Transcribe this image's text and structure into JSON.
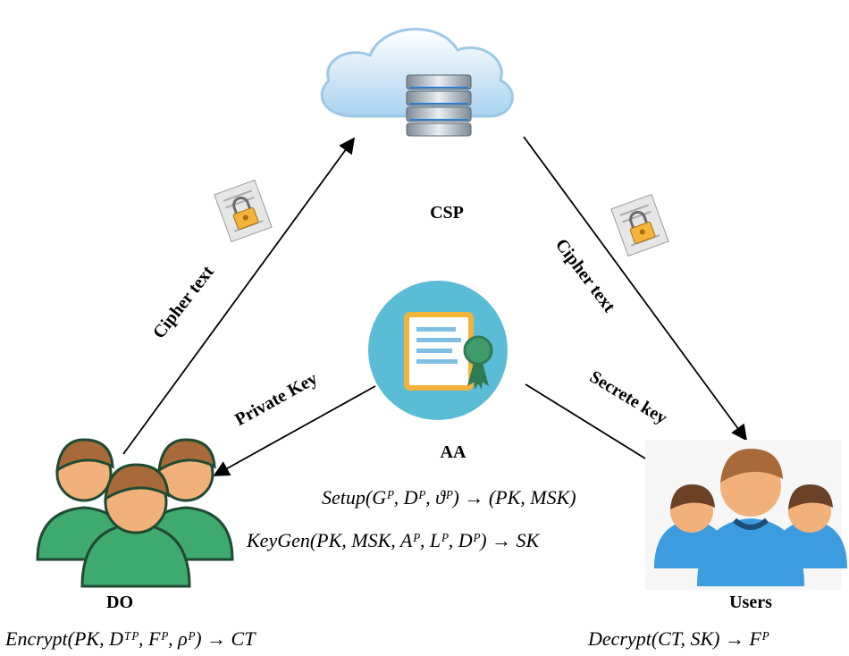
{
  "nodes": {
    "csp": {
      "label": "CSP"
    },
    "aa": {
      "label": "AA"
    },
    "do": {
      "label": "DO"
    },
    "users": {
      "label": "Users"
    }
  },
  "edges": {
    "do_to_csp": {
      "label": "Cipher text"
    },
    "csp_to_users": {
      "label": "Cipher text"
    },
    "aa_to_do": {
      "label": "Private Key"
    },
    "aa_to_users": {
      "label": "Secrete key"
    }
  },
  "formulas": {
    "setup": "Setup(Gᴾ, Dᴾ, ϑᴾ) → (PK, MSK)",
    "keygen": "KeyGen(PK, MSK, Aᴾ, Lᴾ, Dᴾ) → SK",
    "encrypt": "Encrypt(PK, Dᵀᴾ, Fᴾ, ρᴾ) → CT",
    "decrypt": "Decrypt(CT, SK) → Fᴾ"
  },
  "icons": {
    "csp": "cloud-server-icon",
    "aa": "certificate-icon",
    "do": "user-group-icon",
    "users": "users-icon",
    "doc_left": "locked-document-icon",
    "doc_right": "locked-document-icon"
  },
  "colors": {
    "cloud": "#b7dcf2",
    "aa_circle": "#5bbcd6",
    "do_people": "#3faa6e",
    "users_shirt": "#3d9be0",
    "skin": "#f2b07a",
    "hair": "#a86a3a"
  }
}
